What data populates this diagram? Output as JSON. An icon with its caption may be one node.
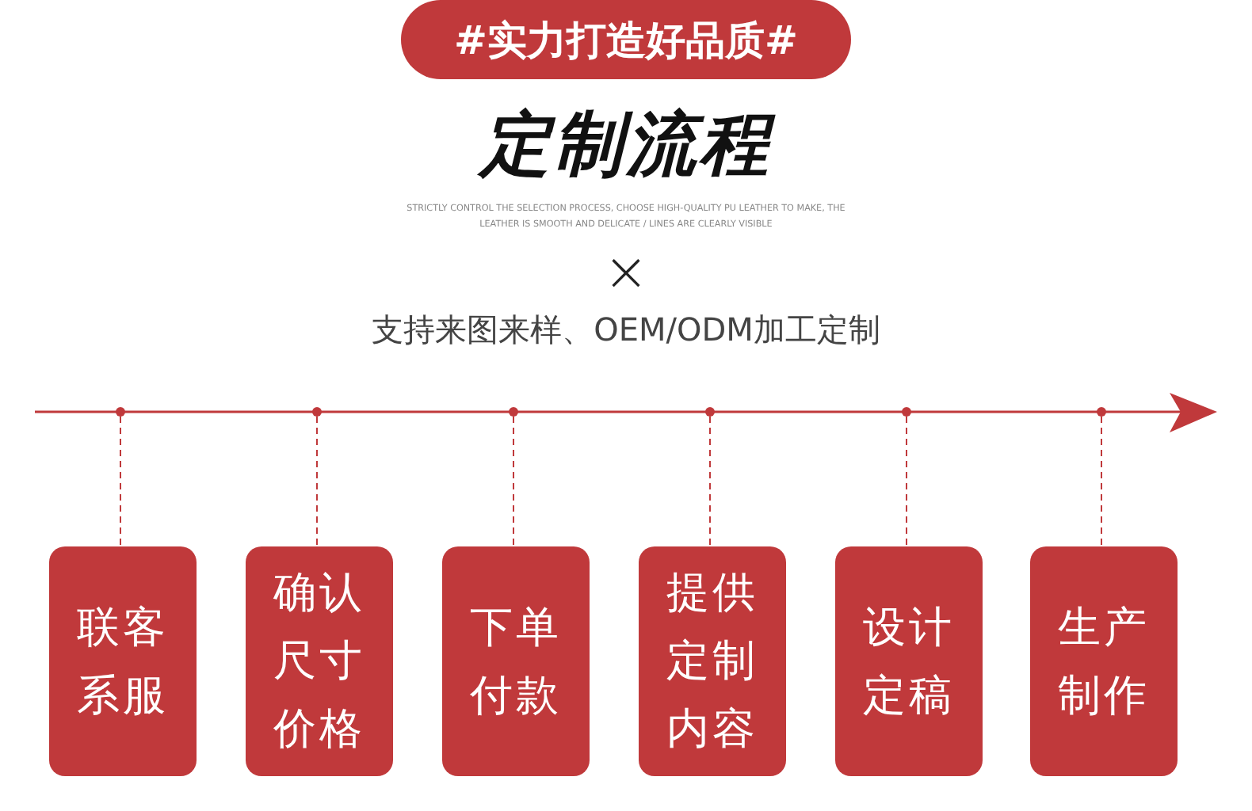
{
  "diagram": {
    "title": "定制流程",
    "nodes": [
      {
        "text": [
          "#实力打造好品质#"
        ]
      },
      {
        "text": [
          "联客系服"
        ]
      },
      {
        "text": [
          "确认尺寸价格"
        ]
      },
      {
        "text": [
          "下单付款"
        ]
      },
      {
        "text": [
          "提供定制内容"
        ]
      },
      {
        "text": [
          "设计定稿"
        ]
      },
      {
        "text": [
          "生产制作"
        ]
      },
      {
        "text": [],
        "shape": "circle"
      },
      {
        "text": [],
        "shape": "circle"
      },
      {
        "text": [],
        "shape": "circle"
      },
      {
        "text": [],
        "shape": "circle"
      },
      {
        "text": [],
        "shape": "circle"
      },
      {
        "text": [],
        "shape": "circle"
      }
    ],
    "edges": [
      {
        "from": 7,
        "to": 1,
        "arrow": "none",
        "style": "dashed"
      },
      {
        "from": 8,
        "to": 2,
        "arrow": "none",
        "style": "dashed"
      },
      {
        "from": 9,
        "to": 3,
        "arrow": "none",
        "style": "dashed"
      },
      {
        "from": 10,
        "to": 4,
        "arrow": "none",
        "style": "dashed"
      },
      {
        "from": 11,
        "to": 5,
        "arrow": "none",
        "style": "dashed"
      },
      {
        "from": 12,
        "to": 6,
        "arrow": "none",
        "style": "dashed"
      }
    ],
    "labels": [
      "STRICTLY CONTROL THE SELECTION PROCESS, CHOOSE HIGH-QUALITY PU LEATHER TO MAKE, THE LEATHER IS SMOOTH AND DELICATE / LINES ARE CLEARLY VISIBLE",
      "×",
      "支持来图来样、OEM/ODM加工定制"
    ]
  }
}
